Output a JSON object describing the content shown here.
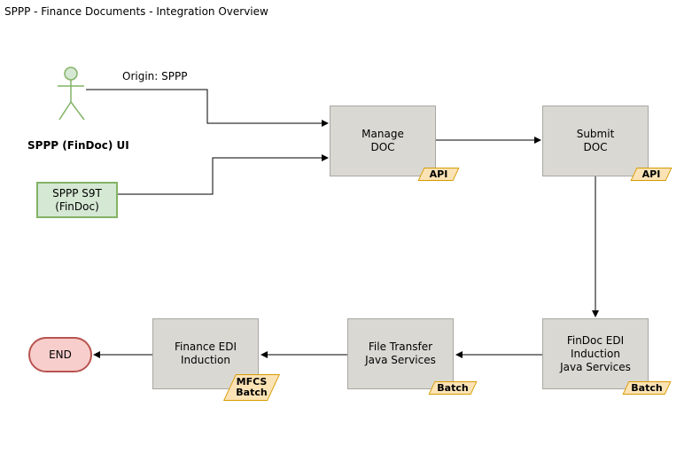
{
  "title": "SPPP - Finance Documents - Integration Overview",
  "actor": {
    "label": "SPPP (FinDoc) UI",
    "edge_label": "Origin: SPPP"
  },
  "source_system": {
    "label": "SPPP S9T\n(FinDoc)"
  },
  "nodes": {
    "manage_doc": {
      "label": "Manage\nDOC",
      "badge": "API"
    },
    "submit_doc": {
      "label": "Submit\nDOC",
      "badge": "API"
    },
    "findoc_edi": {
      "label": "FinDoc EDI Induction\nJava Services",
      "badge": "Batch"
    },
    "file_transfer": {
      "label": "File Transfer\nJava Services",
      "badge": "Batch"
    },
    "finance_edi": {
      "label": "Finance EDI\nInduction",
      "badge": "MFCS\nBatch"
    }
  },
  "end": {
    "label": "END"
  },
  "colors": {
    "process_fill": "#dad8d3",
    "badge_fill": "#fbe3b5",
    "badge_stroke": "#d79b00",
    "source_fill": "#d5e8d4",
    "source_stroke": "#82b366",
    "end_fill": "#f8cecc",
    "end_stroke": "#b85450",
    "actor_fill": "#d5e8d4"
  }
}
